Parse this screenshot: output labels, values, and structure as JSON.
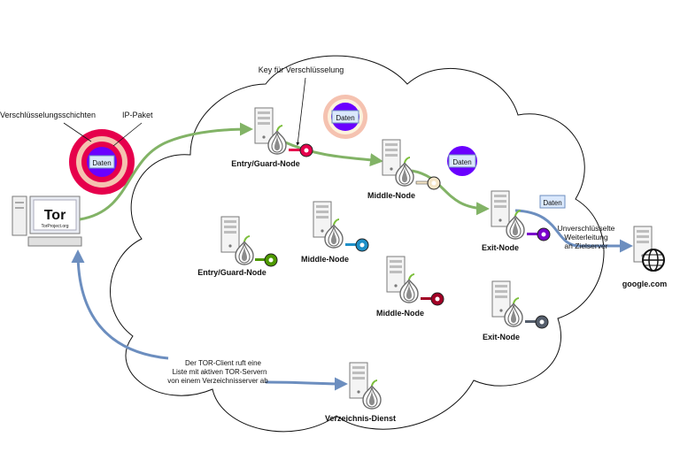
{
  "labels": {
    "layers": "Verschlüsselungsschichten",
    "packet": "IP-Paket",
    "key": "Key für Verschlüsselung",
    "daten": "Daten",
    "unencrypted": [
      "Unverschlüsselte",
      "Weiterleitung",
      "an Zielserver"
    ],
    "client_note": [
      "Der TOR-Client ruft eine",
      "Liste mit aktiven TOR-Servern",
      "von einem Verzeichnisserver ab"
    ]
  },
  "tor_logo": {
    "word": "Tor",
    "url": "TorProject.org"
  },
  "nodes": {
    "entry_top": "Entry/Guard-Node",
    "middle_top": "Middle-Node",
    "exit_top": "Exit-Node",
    "entry_left": "Entry/Guard-Node",
    "middle_left": "Middle-Node",
    "middle_low": "Middle-Node",
    "exit_low": "Exit-Node",
    "directory": "Verzeichnis-Dienst",
    "target": "google.com"
  },
  "colors": {
    "green_path": "#82b366",
    "blue_path": "#6c8ebf",
    "onion_layer_outer": "#e6004c",
    "onion_layer_mid": "#f5c2b0",
    "packet_core": "#6a00ff",
    "key_pink": "#e6004c",
    "key_cream": "#f5e6c8",
    "key_purple": "#7a00cc",
    "key_green": "#4d9900",
    "key_blue": "#1e90c8",
    "key_red": "#a20025",
    "key_dark": "#555e6c"
  },
  "icons": [
    "server-icon",
    "onion-icon",
    "key-icon",
    "globe-icon",
    "computer-icon"
  ]
}
